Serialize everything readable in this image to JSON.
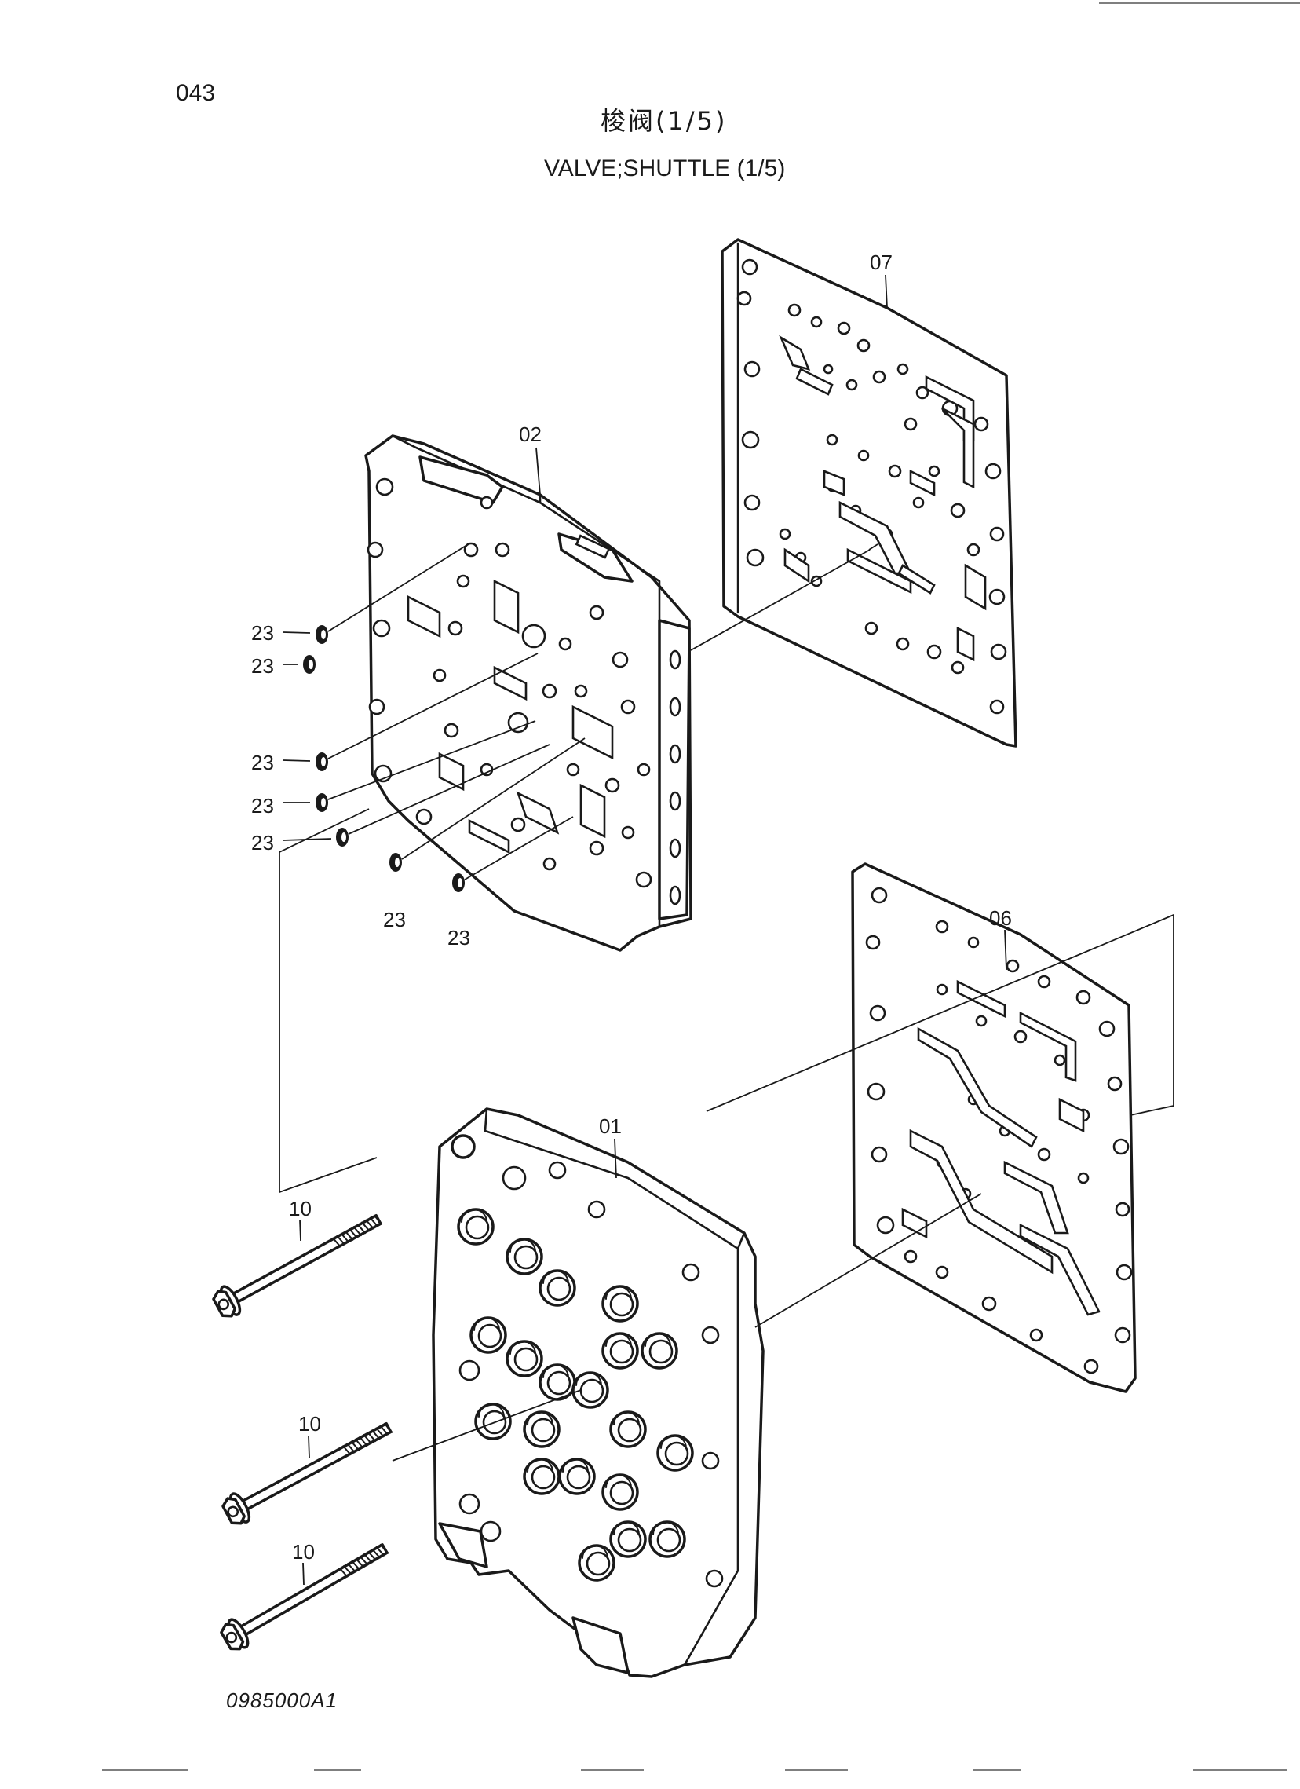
{
  "page": {
    "page_number": "043",
    "title_cn": "梭阀(1/5)",
    "title_en": "VALVE;SHUTTLE (1/5)",
    "drawing_code": "0985000A1"
  },
  "callouts": {
    "part_07": "07",
    "part_02": "02",
    "part_06": "06",
    "part_01": "01",
    "part_10": "10",
    "part_23": "23"
  }
}
